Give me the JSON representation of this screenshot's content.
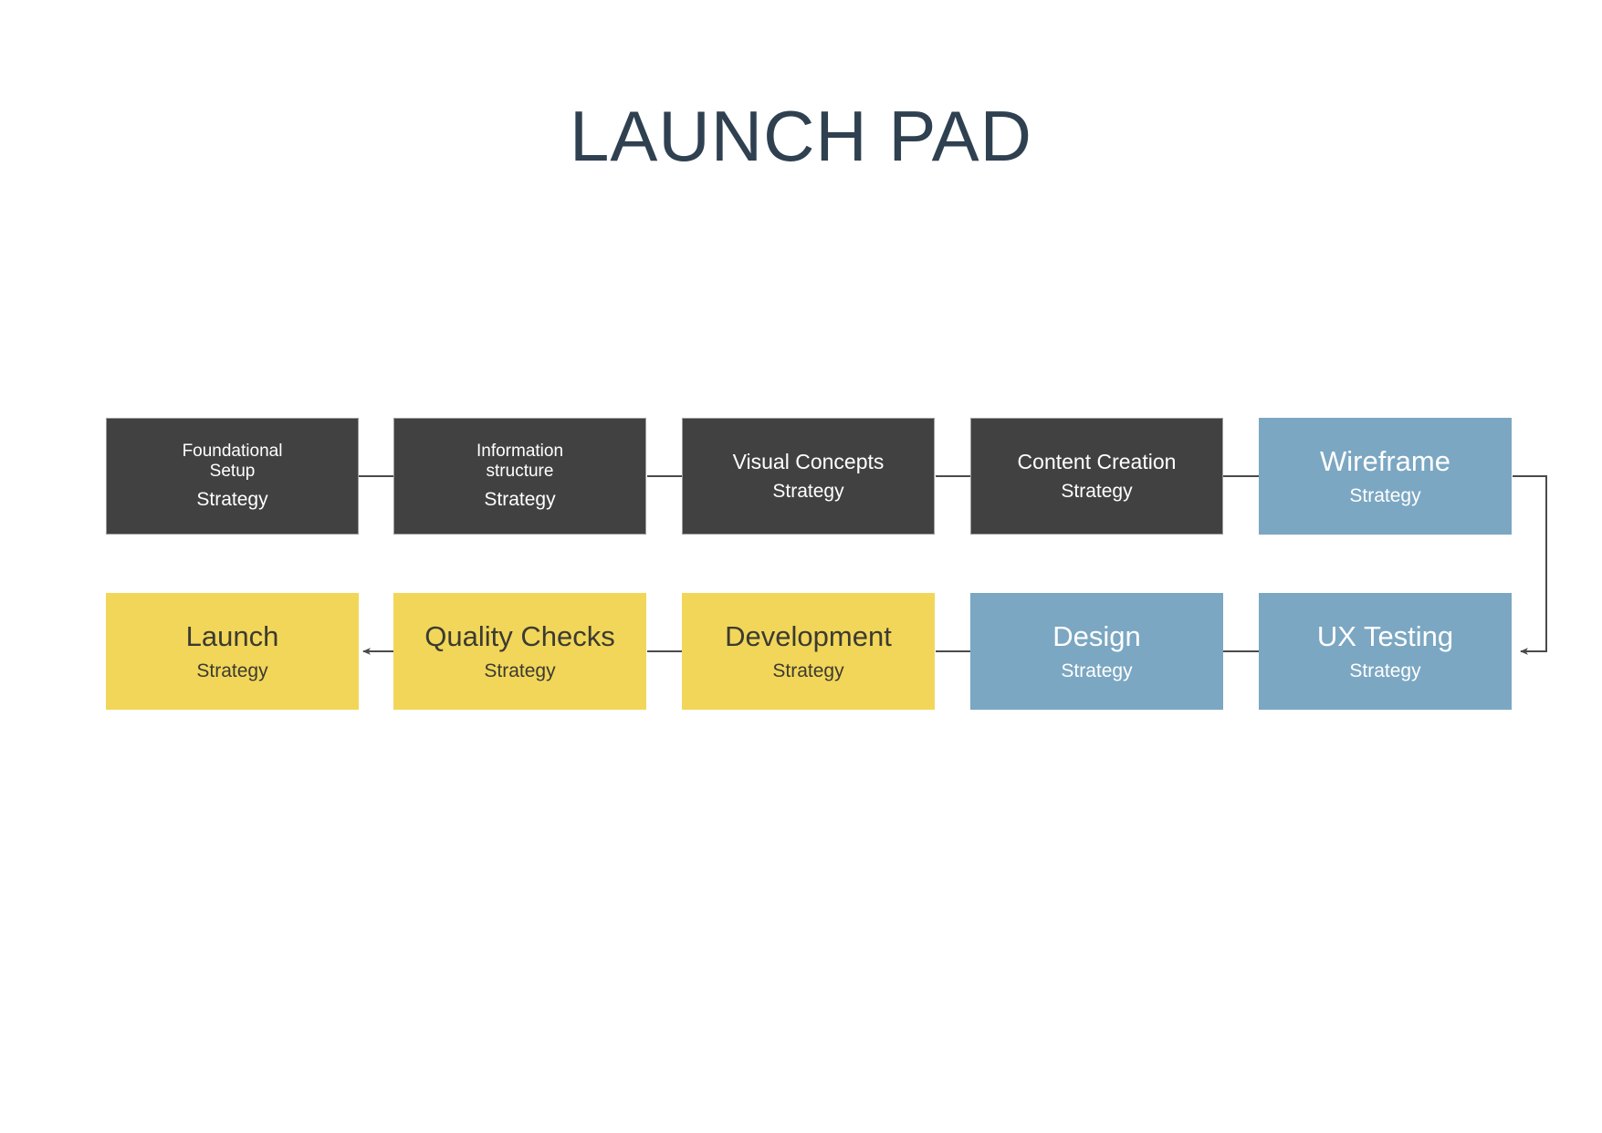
{
  "page": {
    "title": "LAUNCH PAD",
    "background_color": "#ffffff",
    "title_color": "#2f4050"
  },
  "palette": {
    "dark": "#414141",
    "blue": "#7ba7c2",
    "yellow": "#f2d659",
    "connector": "#4a4a4a",
    "light_text": "#ffffff",
    "dark_text": "#3b3b32"
  },
  "diagram": {
    "type": "flowchart",
    "rows": [
      {
        "name": "top-row",
        "direction": "left-to-right",
        "nodes": [
          {
            "title": "Foundational\nSetup",
            "subtitle": "Strategy",
            "theme": "dark",
            "size": "sm"
          },
          {
            "title": "Information\nstructure",
            "subtitle": "Strategy",
            "theme": "dark",
            "size": "sm"
          },
          {
            "title": "Visual Concepts",
            "subtitle": "Strategy",
            "theme": "dark",
            "size": "md"
          },
          {
            "title": "Content Creation",
            "subtitle": "Strategy",
            "theme": "dark",
            "size": "md"
          },
          {
            "title": "Wireframe",
            "subtitle": "Strategy",
            "theme": "blue",
            "size": "lg"
          }
        ]
      },
      {
        "name": "bottom-row",
        "direction": "right-to-left",
        "nodes": [
          {
            "title": "Launch",
            "subtitle": "Strategy",
            "theme": "yellow",
            "size": "lg"
          },
          {
            "title": "Quality Checks",
            "subtitle": "Strategy",
            "theme": "yellow",
            "size": "lg"
          },
          {
            "title": "Development",
            "subtitle": "Strategy",
            "theme": "yellow",
            "size": "lg"
          },
          {
            "title": "Design",
            "subtitle": "Strategy",
            "theme": "blue",
            "size": "lg"
          },
          {
            "title": "UX Testing",
            "subtitle": "Strategy",
            "theme": "blue",
            "size": "lg"
          }
        ]
      }
    ],
    "connectors": [
      {
        "name": "foundational-to-information",
        "kind": "line"
      },
      {
        "name": "information-to-visual-concepts",
        "kind": "line"
      },
      {
        "name": "visual-concepts-to-content-creation",
        "kind": "line"
      },
      {
        "name": "content-creation-to-wireframe",
        "kind": "line"
      },
      {
        "name": "wireframe-to-ux-testing",
        "kind": "arrow-elbow"
      },
      {
        "name": "ux-testing-to-design",
        "kind": "line"
      },
      {
        "name": "design-to-development",
        "kind": "line"
      },
      {
        "name": "development-to-quality-checks",
        "kind": "line"
      },
      {
        "name": "quality-checks-to-launch",
        "kind": "arrow"
      }
    ]
  }
}
